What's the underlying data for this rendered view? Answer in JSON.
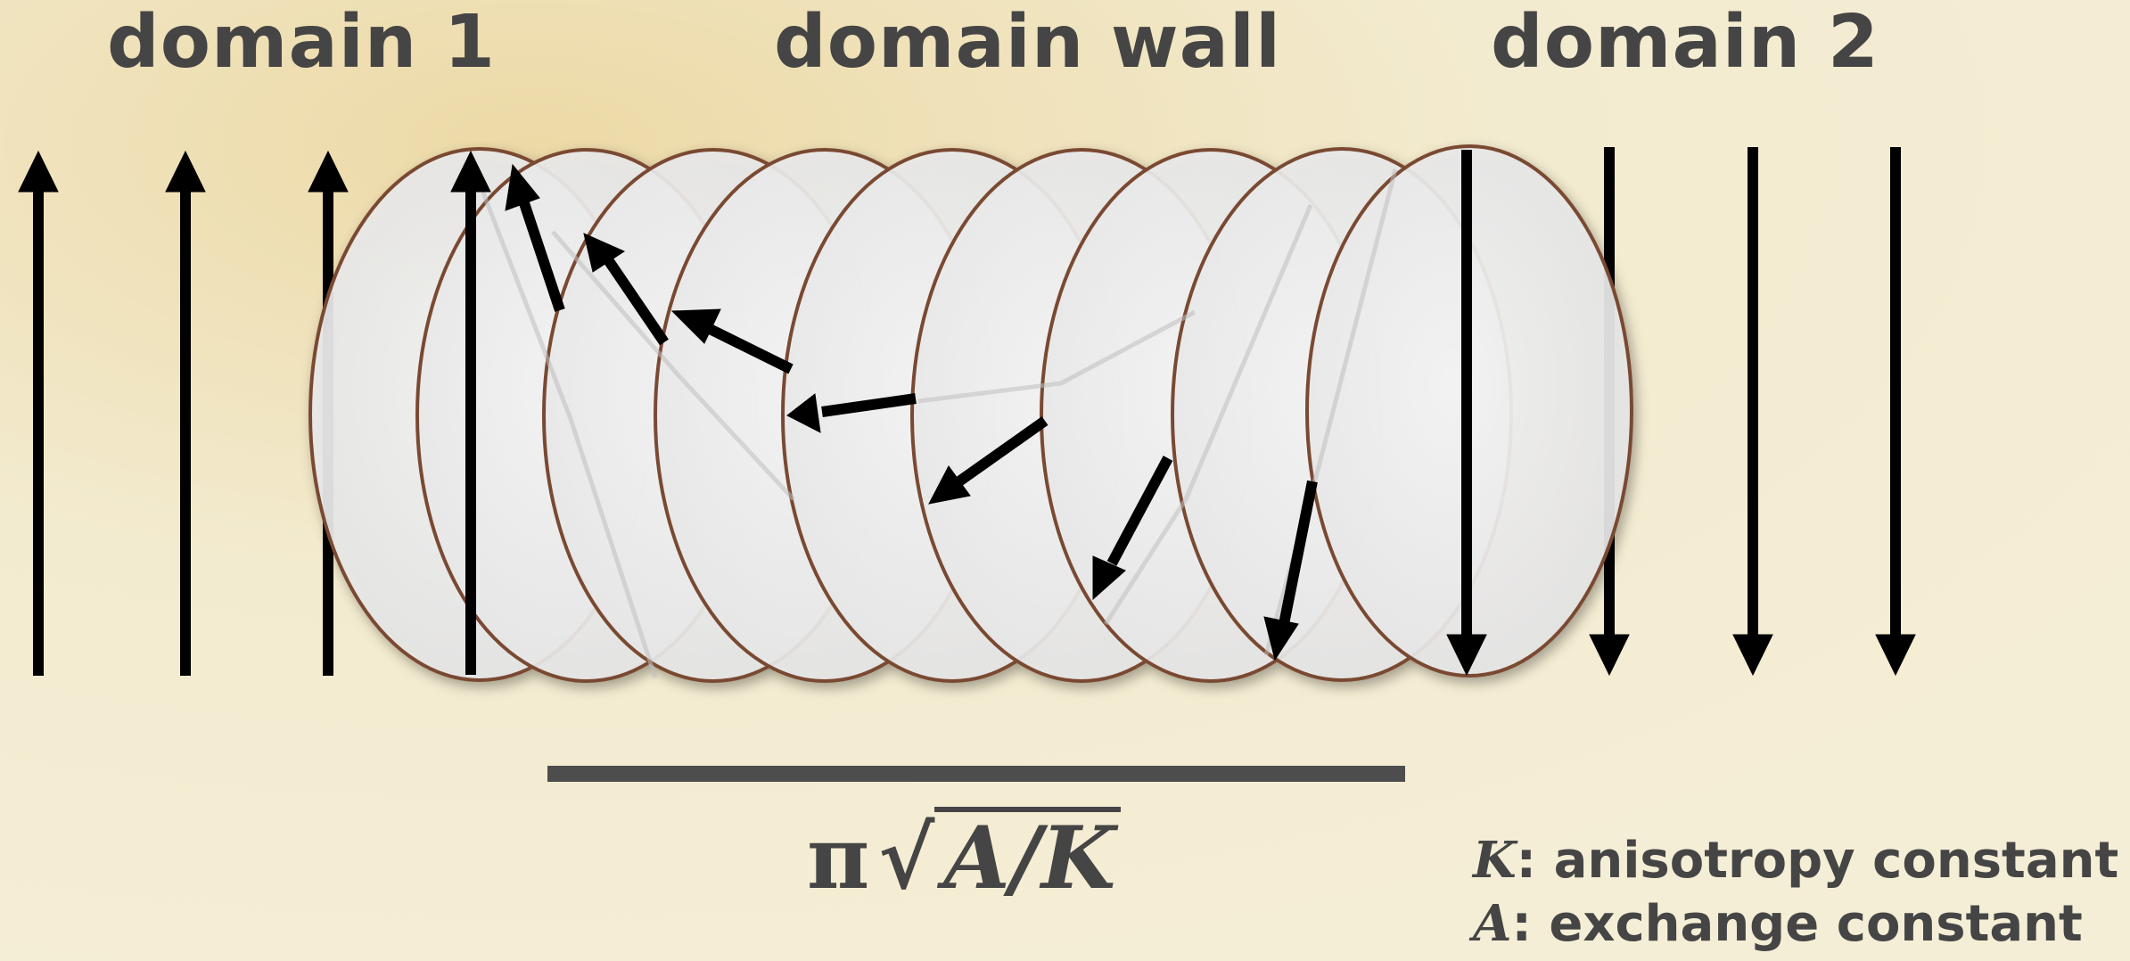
{
  "headings": {
    "domain_1": "domain 1",
    "domain_wall": "domain wall",
    "domain_2": "domain 2"
  },
  "formula": {
    "pi": "π",
    "radicand": "A/K"
  },
  "legend": [
    {
      "symbol": "K",
      "separator": ":",
      "description": "anisotropy constant"
    },
    {
      "symbol": "A",
      "separator": ":",
      "description": "exchange constant"
    }
  ],
  "colors": {
    "background": "#f1e8c9",
    "text": "#454545",
    "ellipse_fill": "#eeeeee",
    "ellipse_stroke": "#7a4a32",
    "arrow": "#000000",
    "scale_bar": "#4d4d4d"
  }
}
